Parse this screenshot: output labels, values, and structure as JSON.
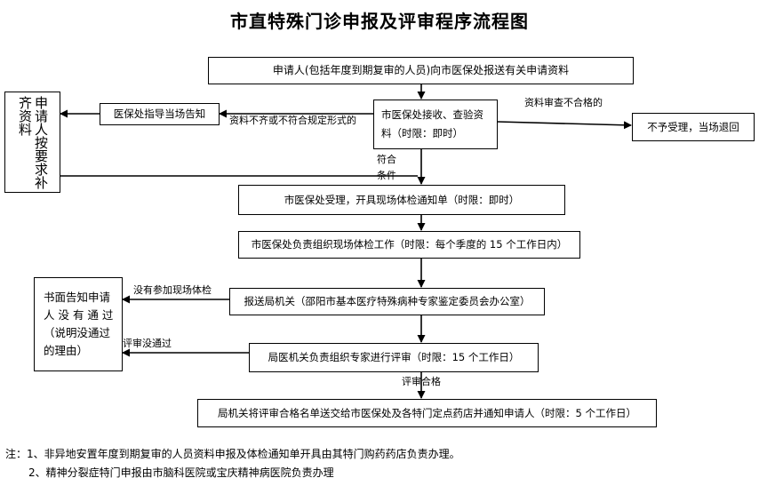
{
  "title": "市直特殊门诊申报及评审程序流程图",
  "boxes": {
    "apply": "申请人(包括年度到期复审的人员)向市医保处报送有关申请资料",
    "receive_line1": "市医保处接收、查验资",
    "receive_line2": "料（时限：即时）",
    "guide": "医保处指导当场告知",
    "supplement_col1": "申请人按要求补",
    "supplement_col2": "齐资料",
    "reject": "不予受理，当场退回",
    "accept": "市医保处受理，开具现场体检通知单（时限：即时）",
    "exam": "市医保处负责组织现场体检工作（时限：每个季度的 15 个工作日内）",
    "submit": "报送局机关（邵阳市基本医疗特殊病种专家鉴定委员会办公室）",
    "review": "局医机关负责组织专家进行评审（时限：15 个工作日）",
    "notify": "局机关将评审合格名单送交给市医保处及各特门定点药店并通知申请人（时限：5 个工作日）",
    "written_line1": "书面告知申请",
    "written_line2": "人 没 有 通 过",
    "written_line3": "（说明没通过",
    "written_line4": "的理由）"
  },
  "labels": {
    "incomplete": "资料不齐或不符合规定形式的",
    "unqualified": "资料审查不合格的",
    "meets_line1": "符合",
    "meets_line2": "条件",
    "no_exam": "没有参加现场体检",
    "not_passed": "评审没通过",
    "passed": "评审合格"
  },
  "notes": [
    "注：1、非异地安置年度到期复审的人员资料申报及体检通知单开具由其特门购药药店负责办理。",
    "2、精神分裂症特门申报由市脑科医院或宝庆精神病医院负责办理"
  ]
}
